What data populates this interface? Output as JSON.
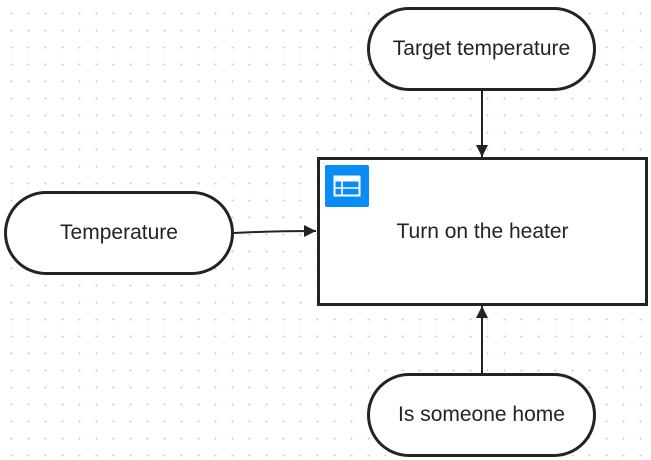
{
  "nodes": {
    "target_temperature": "Target temperature",
    "temperature": "Temperature",
    "heater": "Turn on the heater",
    "someone_home": "Is someone home"
  },
  "icons": {
    "heater_badge": "table-icon"
  },
  "colors": {
    "stroke": "#222326",
    "badge": "#0a8cf5",
    "background": "#ffffff",
    "grid_dot": "#c9ccd1"
  }
}
